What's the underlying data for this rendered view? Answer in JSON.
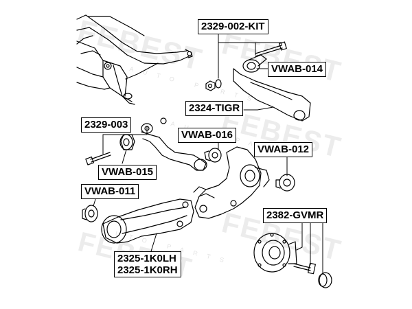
{
  "watermark": {
    "brand": "FEBEST",
    "tagline": "AUTO PARTS"
  },
  "labels": {
    "kit": "2329-002-KIT",
    "vwab014": "VWAB-014",
    "tigr": "2324-TIGR",
    "p003": "2329-003",
    "vwab016": "VWAB-016",
    "vwab012": "VWAB-012",
    "vwab015": "VWAB-015",
    "vwab011": "VWAB-011",
    "gvmr": "2382-GVMR",
    "k0lh": "2325-1K0LH",
    "k0rh": "2325-1K0RH"
  },
  "colors": {
    "line": "#000000",
    "watermark": "#969696"
  }
}
